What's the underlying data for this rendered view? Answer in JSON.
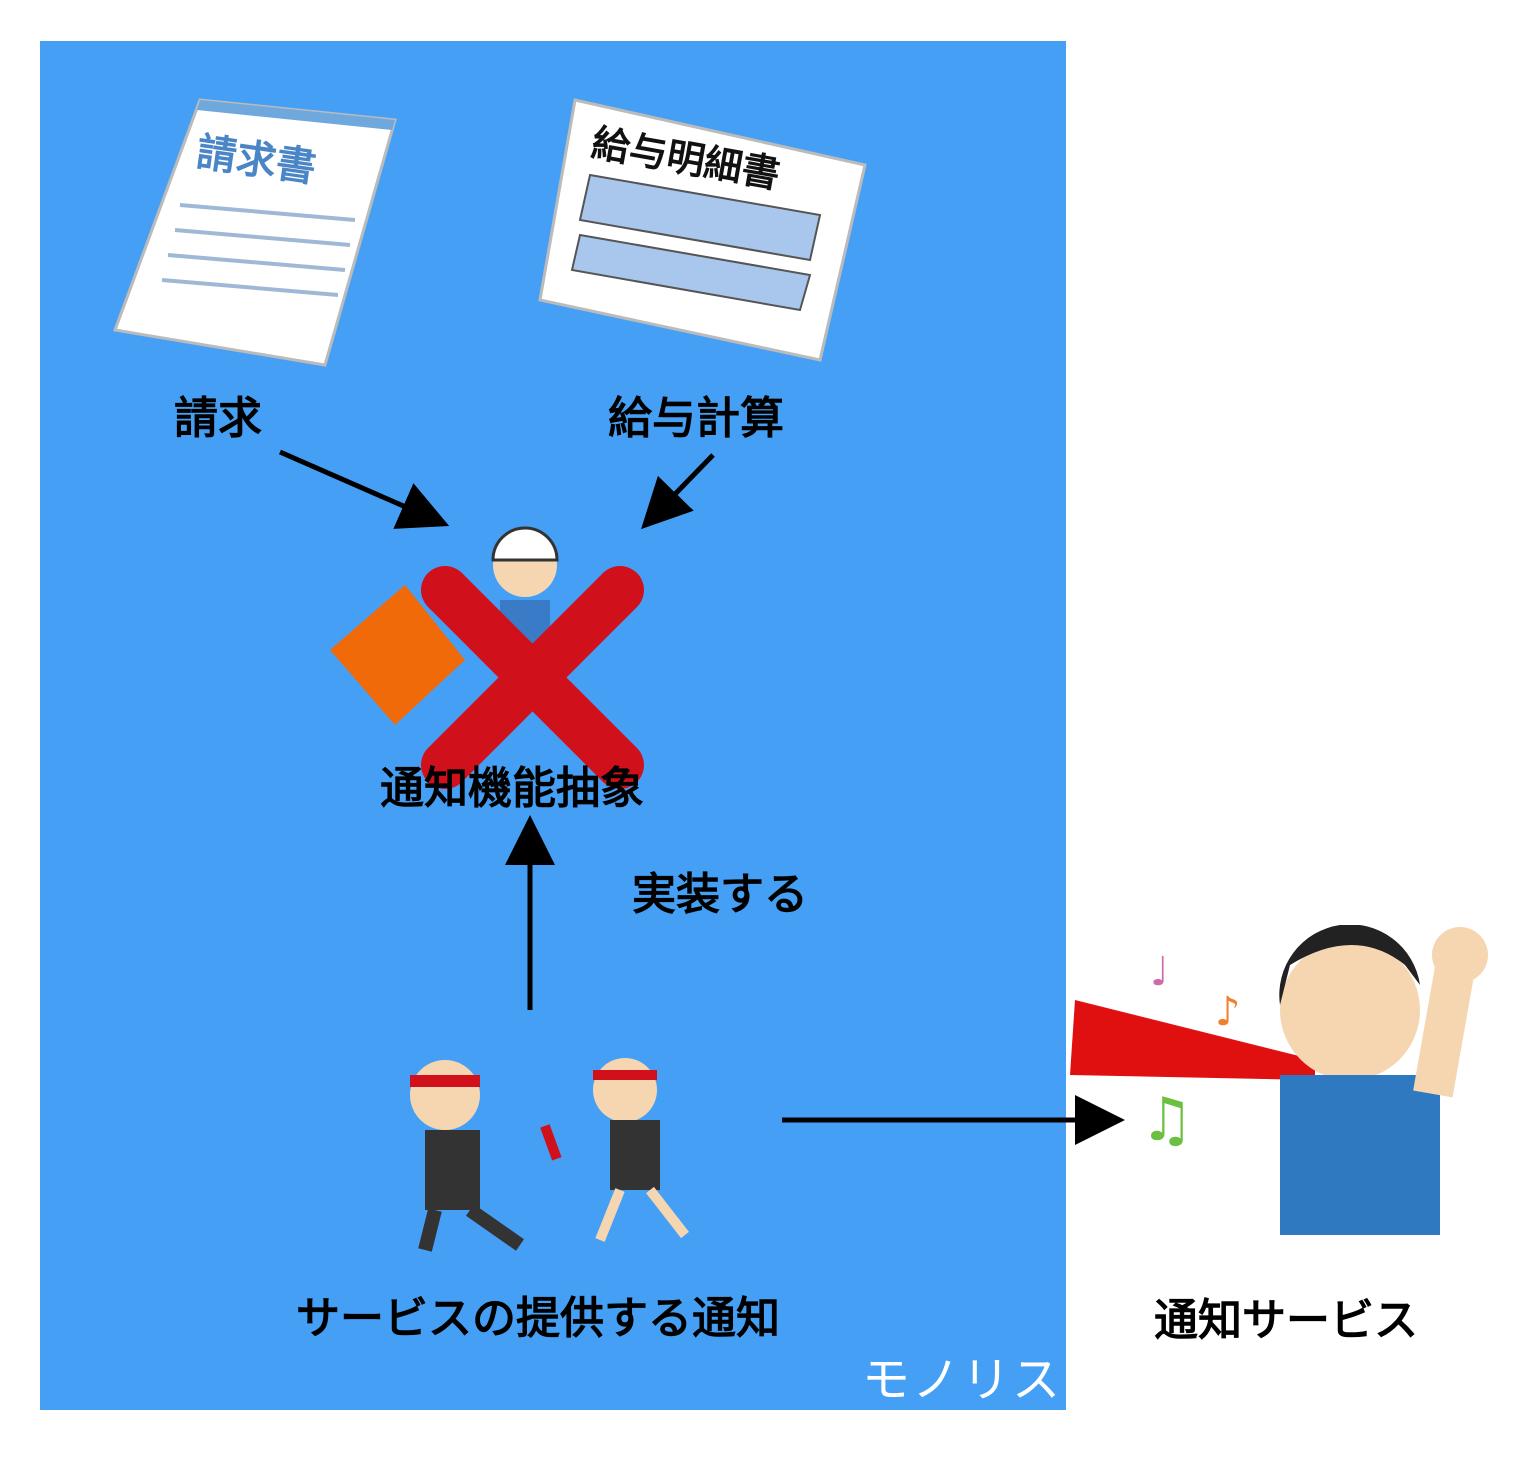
{
  "container": {
    "label": "モノリス",
    "color": "#45a0f5"
  },
  "nodes": {
    "billing": {
      "label": "請求",
      "illustration_text": "請求書"
    },
    "payroll": {
      "label": "給与計算",
      "illustration_text": "給与明細書"
    },
    "abstraction": {
      "label": "通知機能抽象",
      "crossed_out": true
    },
    "implementation": {
      "label": "サービスの提供する通知"
    },
    "notify_service": {
      "label": "通知サービス"
    }
  },
  "edges": {
    "implements_label": "実装する"
  },
  "colors": {
    "cross": "#d0101a",
    "arrow": "#000000"
  }
}
